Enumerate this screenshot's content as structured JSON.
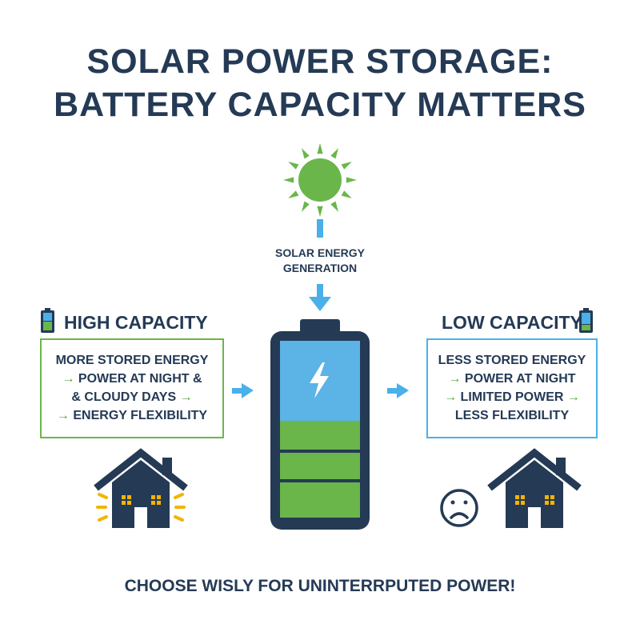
{
  "title": {
    "line1": "SOLAR POWER STORAGE:",
    "line2": "BATTERY CAPACITY MATTERS"
  },
  "generation": {
    "label_line1": "SOLAR ENERGY",
    "label_line2": "GENERATION"
  },
  "high_capacity": {
    "heading": "HIGH CAPACITY",
    "line1": "MORE STORED ENERGY",
    "line2_arrow": "→",
    "line2": "POWER AT NIGHT &",
    "line3": "& CLOUDY DAYS",
    "line3_arrow": "→",
    "line4_arrow": "→",
    "line4": "ENERGY FLEXIBILITY"
  },
  "low_capacity": {
    "heading": "LOW CAPACITY",
    "line1": "LESS STORED ENERGY",
    "line2_arrow": "→",
    "line2": "POWER AT NIGHT",
    "line3_arrow": "→",
    "line3": "LIMITED POWER",
    "line3_arrow_after": "→",
    "line4": "LESS FLEXIBILITY"
  },
  "footer": {
    "text": "CHOOSE WISLY FOR UNINTERRPUTED POWER!"
  },
  "colors": {
    "navy": "#243a55",
    "green": "#6ab64b",
    "blue": "#4ab0ea",
    "window_yellow": "#f4b400"
  },
  "icons": [
    "sun-icon",
    "lightning-icon",
    "battery-icon",
    "house-icon",
    "sad-face-icon",
    "arrow-down-icon",
    "arrow-right-icon"
  ]
}
